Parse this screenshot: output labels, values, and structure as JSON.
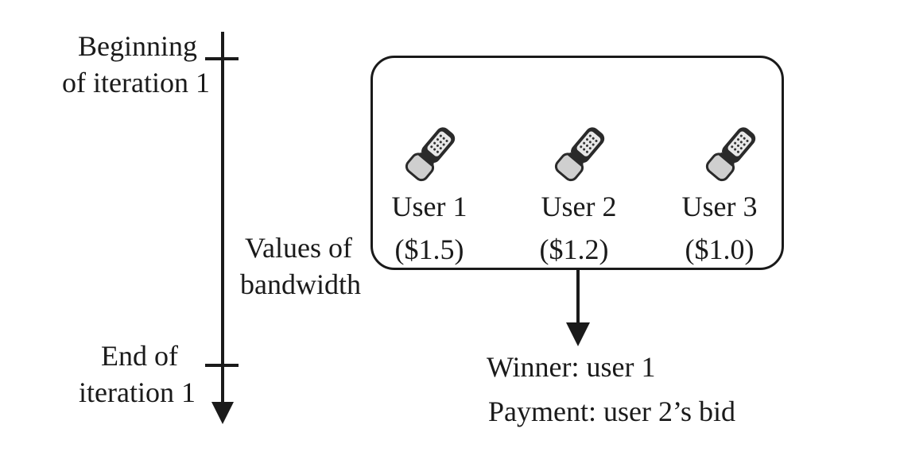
{
  "timeline": {
    "start_label_line1": "Beginning",
    "start_label_line2": "of iteration 1",
    "end_label_line1": "End of",
    "end_label_line2": "iteration 1"
  },
  "values_label_line1": "Values of",
  "values_label_line2": "bandwidth",
  "users": [
    {
      "name": "User 1",
      "value": "($1.5)",
      "icon": "mobile-phone-icon"
    },
    {
      "name": "User 2",
      "value": "($1.2)",
      "icon": "mobile-phone-icon"
    },
    {
      "name": "User 3",
      "value": "($1.0)",
      "icon": "mobile-phone-icon"
    }
  ],
  "result": {
    "winner": "Winner: user 1",
    "payment": "Payment: user 2’s bid"
  }
}
